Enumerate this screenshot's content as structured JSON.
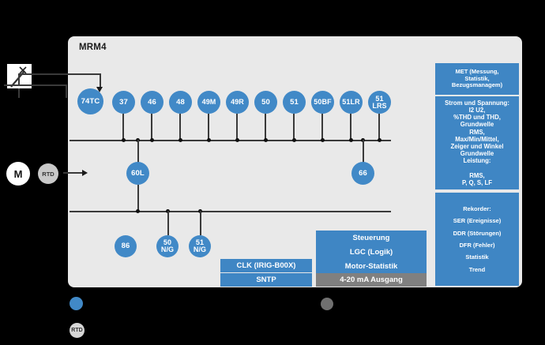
{
  "panel": {
    "title": "MRM4"
  },
  "colors": {
    "node_blue": "#4189c7",
    "panel_blue": "#3f86c4",
    "grey": "#808080",
    "panel_bg": "#e9e9e9"
  },
  "left_symbols": {
    "switch_label": "",
    "motor_label": "M",
    "rtd_label": "RTD"
  },
  "top_row": [
    {
      "label": "74TC"
    },
    {
      "label": "37"
    },
    {
      "label": "46"
    },
    {
      "label": "48"
    },
    {
      "label": "49M"
    },
    {
      "label": "49R"
    },
    {
      "label": "50"
    },
    {
      "label": "51"
    },
    {
      "label": "50BF"
    },
    {
      "label": "51LR"
    },
    {
      "label": "51\nLRS"
    }
  ],
  "mid_row": [
    {
      "label": "60L"
    },
    {
      "label": "66"
    }
  ],
  "bottom_row": [
    {
      "label": "86"
    },
    {
      "label": "50\nN/G"
    },
    {
      "label": "51\nN/G"
    }
  ],
  "boxes": {
    "clk": "CLK (IRIG-B00X)",
    "sntp": "SNTP",
    "steuerung": "Steuerung",
    "lgc": "LGC (Logik)",
    "motor_statistik": "Motor-Statistik",
    "analog_out": "4-20 mA Ausgang"
  },
  "side_panels": {
    "met": "MET (Messung,\nStatistik,\nBezugsmanagem)",
    "measurements": "Strom und Spannung:\nI2 U2,\n%THD und THD,\nGrundwelle\nRMS,\nMax/Min/Mittel,\nZeiger und Winkel\nGrundwelle\nLeistung:\n\nRMS,\nP, Q, S, LF",
    "recorder": "Rekorder:\nSER (Ereignisse)\nDDR (Störungen)\nDFR (Fehler)\nStatistik\nTrend"
  },
  "legend": {
    "blue_dot_label": "",
    "rtd_dot_label": "RTD",
    "grey_dot_label": ""
  }
}
